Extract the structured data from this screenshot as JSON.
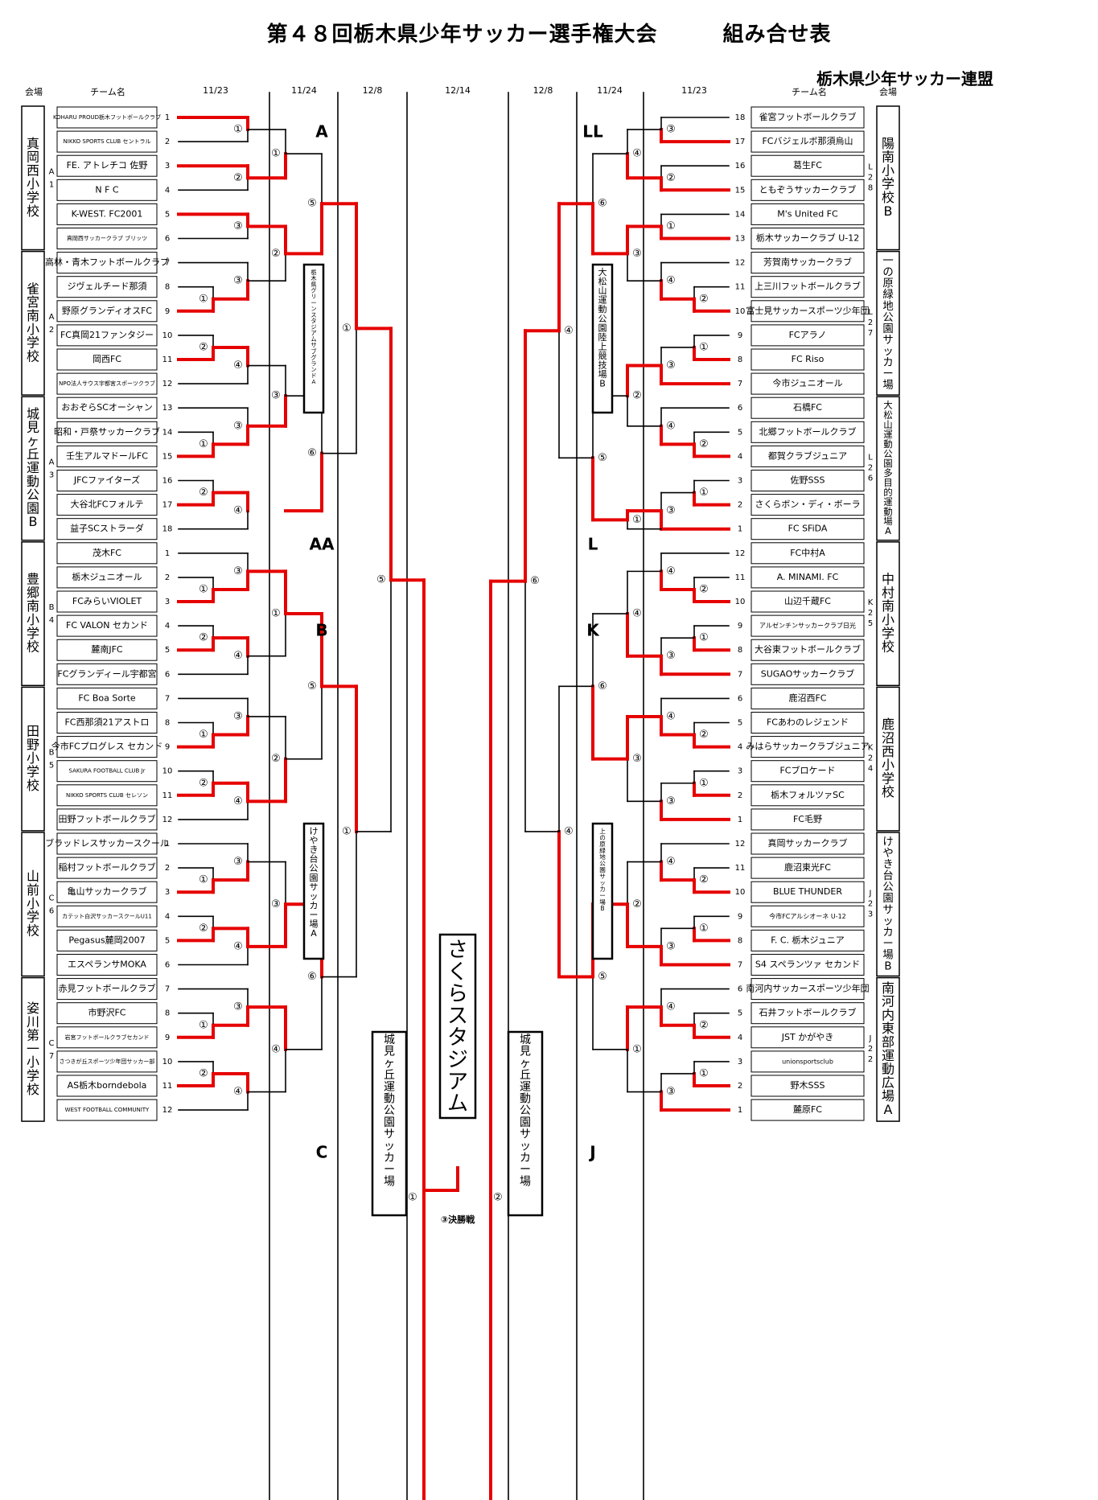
{
  "document": {
    "title": "第４８回栃木県少年サッカー選手権大会　　　組み合せ表",
    "organizer": "栃木県少年サッカー連盟"
  },
  "headers": {
    "left": [
      "会場",
      "チーム名",
      "11/23",
      "11/24",
      "12/8",
      "12/14"
    ],
    "right": [
      "12/8",
      "11/24",
      "11/23",
      "チーム名",
      "会場"
    ]
  },
  "colors": {
    "win": "#e60000",
    "line": "#000000"
  },
  "left_groups": [
    {
      "code": "A 1",
      "venue": "真岡西小学校",
      "teams": [
        "KOHARU PROUD栃木フットボールクラブ",
        "NIKKO SPORTS CLUB セントラル",
        "FE. アトレチコ 佐野",
        "N F C",
        "K-WEST. FC2001",
        "真岡西サッカークラブ ブリッツ"
      ]
    },
    {
      "code": "A 2",
      "venue": "雀宮南小学校",
      "teams": [
        "高林・青木フットボールクラブ",
        "ジヴェルチード那須",
        "野原グランディオスFC",
        "FC真岡21ファンタジー",
        "岡西FC",
        "NPO法人サウス宇都宮スポーツクラブ"
      ]
    },
    {
      "code": "A 3",
      "venue": "城見ヶ丘運動公園B",
      "teams": [
        "おおぞらSCオーシャン",
        "昭和・戸祭サッカークラブ",
        "壬生アルマドールFC",
        "JFCファイターズ",
        "大谷北FCフォルテ",
        "益子SCストラーダ"
      ]
    },
    {
      "code": "B 4",
      "venue": "豊郷南小学校",
      "teams": [
        "茂木FC",
        "栃木ジュニオール",
        "FCみらいVIOLET",
        "FC VALON セカンド",
        "麓南JFC",
        "FCグランディール宇都宮"
      ]
    },
    {
      "code": "B 5",
      "venue": "田野小学校",
      "teams": [
        "FC Boa Sorte",
        "FC西那須21アストロ",
        "今市FCプログレス セカンド",
        "SAKURA FOOTBALL CLUB Jr",
        "NIKKO SPORTS CLUB セレソン",
        "田野フットボールクラブ"
      ]
    },
    {
      "code": "C 6",
      "venue": "山前小学校",
      "teams": [
        "ブラッドレスサッカースクール",
        "稲村フットボールクラブ",
        "亀山サッカークラブ",
        "カテット白沢サッカースクールU11",
        "Pegasus麓岡2007",
        "エスペランサMOKA"
      ]
    },
    {
      "code": "C 7",
      "venue": "姿川第一小学校",
      "teams": [
        "赤見フットボールクラブ",
        "市野沢FC",
        "岩宮フットボールクラブセカンド",
        "さつきが丘スポーツ少年団サッカー部",
        "AS栃木borndebola",
        "WEST FOOTBALL COMMUNITY"
      ]
    }
  ],
  "right_groups": [
    {
      "code": "L 2 8",
      "venue": "陽南小学校B",
      "teams": [
        "雀宮フットボールクラブ",
        "FCバジェルボ那須烏山",
        "葛生FC",
        "ともぞうサッカークラブ",
        "M's United FC",
        "栃木サッカークラブ U-12"
      ]
    },
    {
      "code": "L 2 7",
      "venue": "一の原緑地公園サッカー場",
      "teams": [
        "芳賀南サッカークラブ",
        "上三川フットボールクラブ",
        "富士見サッカースポーツ少年団",
        "FCアラノ",
        "FC Riso",
        "今市ジュニオール"
      ]
    },
    {
      "code": "L 2 6",
      "venue": "大松山運動公園多目的運動場A",
      "teams": [
        "石橋FC",
        "北郷フットボールクラブ",
        "都賀クラブジュニア",
        "佐野SSS",
        "さくらボン・ディ・ボーラ",
        "FC SFiDA"
      ]
    },
    {
      "code": "K 2 5",
      "venue": "中村南小学校",
      "teams": [
        "FC中村A",
        "A. MINAMI. FC",
        "山辺千蔵FC",
        "アルゼンチンサッカークラブ日光",
        "大谷東フットボールクラブ",
        "SUGAOサッカークラブ"
      ]
    },
    {
      "code": "K 2 4",
      "venue": "鹿沼西小学校",
      "teams": [
        "鹿沼西FC",
        "FCあわのレジェンド",
        "みはらサッカークラブジュニア",
        "FCブロケード",
        "栃木フォルツァSC",
        "FC毛野"
      ]
    },
    {
      "code": "J 2 3",
      "venue": "けやき台公園サッカー場B",
      "teams": [
        "真岡サッカークラブ",
        "鹿沼東光FC",
        "BLUE THUNDER",
        "今市FCアルシオーネ U-12",
        "F. C. 栃木ジュニア",
        "S4 スペランツァ セカンド"
      ]
    },
    {
      "code": "J 2 2",
      "venue": "南河内東部運動広場A",
      "teams": [
        "南河内サッカースポーツ少年団",
        "石井フットボールクラブ",
        "JST かがやき",
        "unionsportsclub",
        "野木SSS",
        "麓原FC"
      ]
    }
  ],
  "left_team_numbers": [
    1,
    2,
    3,
    4,
    5,
    6,
    7,
    8,
    9,
    10,
    11,
    12,
    13,
    14,
    15,
    16,
    17,
    18,
    1,
    2,
    3,
    4,
    5,
    6,
    7,
    8,
    9,
    10,
    11,
    12,
    1,
    2,
    3,
    4,
    5,
    6,
    7,
    8,
    9,
    10,
    11,
    12
  ],
  "right_team_numbers": [
    18,
    17,
    16,
    15,
    14,
    13,
    12,
    11,
    10,
    9,
    8,
    7,
    6,
    5,
    4,
    3,
    2,
    1,
    12,
    11,
    10,
    9,
    8,
    7,
    6,
    5,
    4,
    3,
    2,
    1,
    12,
    11,
    10,
    9,
    8,
    7,
    6,
    5,
    4,
    3,
    2,
    1
  ],
  "block_labels": {
    "A": "A",
    "AA": "AA",
    "B": "B",
    "C": "C",
    "LL": "LL",
    "L": "L",
    "K": "K",
    "J": "J"
  },
  "mid_venues": {
    "left_upper": "栃木県グリーンスタジアムサブグランドA",
    "left_lower": "けやき台公園サッカー場A",
    "right_upper": "大松山運動公園陸上競技場B",
    "right_lower": "上の原緑地公園サッカー場B",
    "left_final": "城見ヶ丘運動公園サッカー場",
    "right_final": "城見ヶ丘運動公園サッカー場"
  },
  "stadium": "さくらスタジアム",
  "final_label": "③決勝戦",
  "match_marks": [
    "①",
    "②",
    "③",
    "④",
    "⑤",
    "⑥"
  ]
}
